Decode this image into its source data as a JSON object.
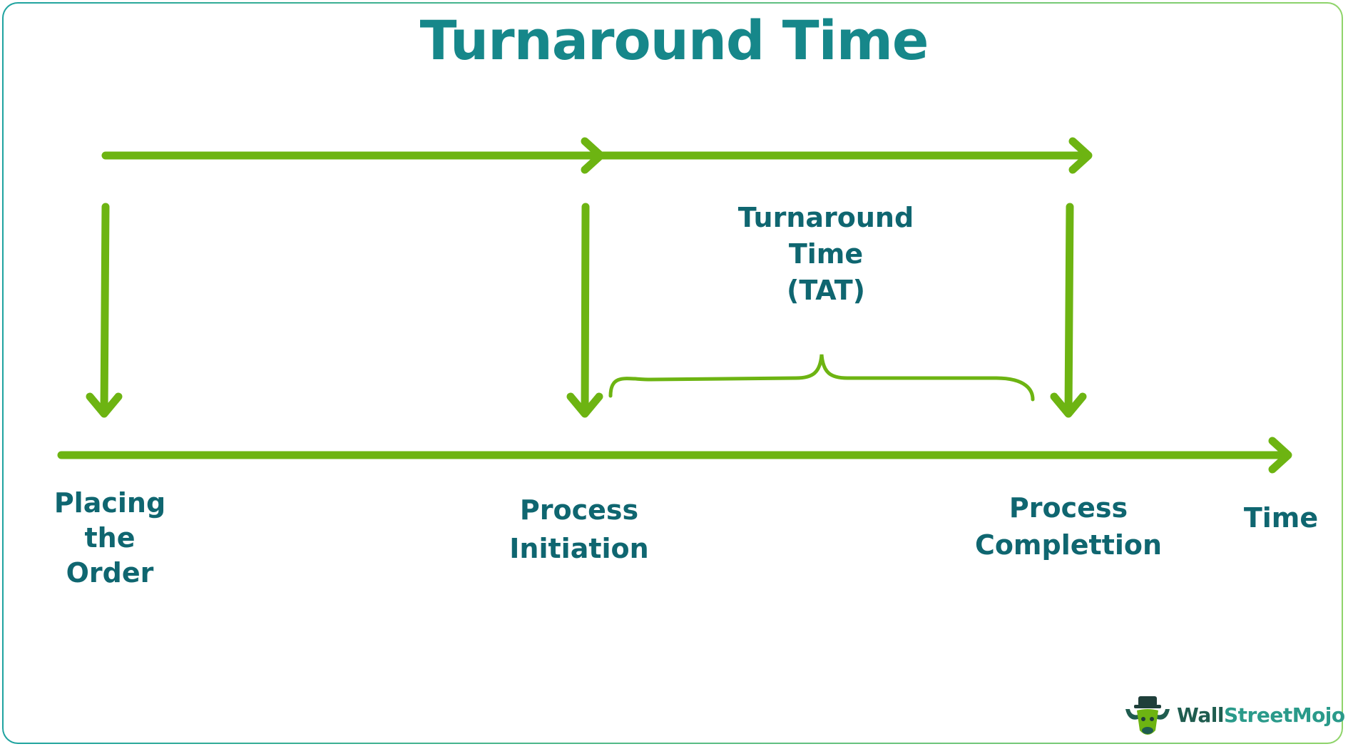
{
  "title": "Turnaround Time",
  "tat_label": "Turnaround\nTime\n(TAT)",
  "milestones": [
    {
      "label": "Placing\nthe\nOrder"
    },
    {
      "label": "Process\nInitiation"
    },
    {
      "label": "Process\nComplettion"
    }
  ],
  "axis_label": "Time",
  "logo": {
    "part1": "Wall",
    "part2": "StreetMojo"
  },
  "colors": {
    "arrow_green": "#6db412",
    "title_teal": "#16878a",
    "label_teal": "#0f6670"
  }
}
